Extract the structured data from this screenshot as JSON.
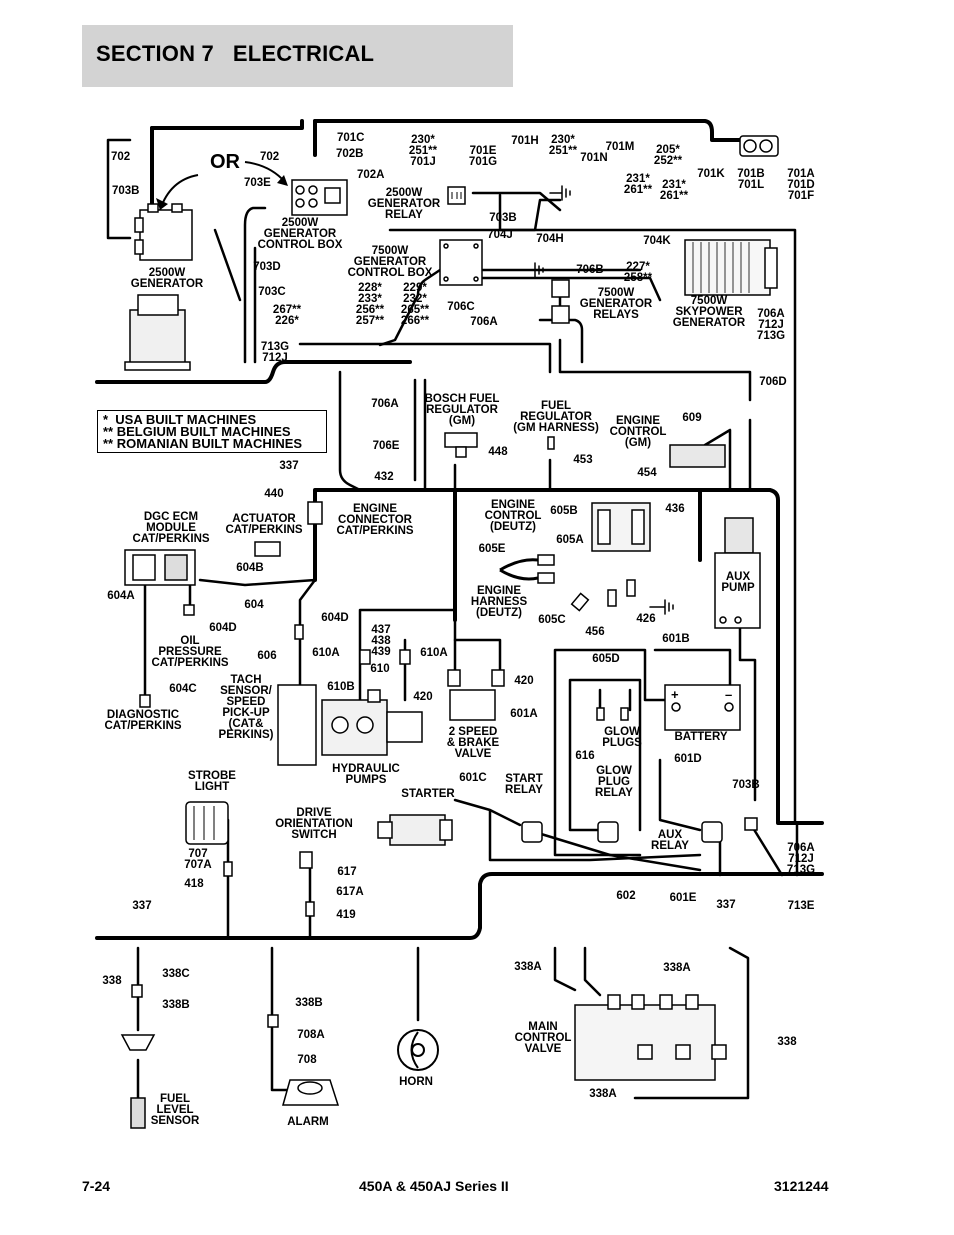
{
  "header": {
    "section_title": "SECTION 7   ELECTRICAL"
  },
  "legend": {
    "lines": [
      "*  USA BUILT MACHINES",
      "** BELGIUM BUILT MACHINES",
      "** ROMANIAN BUILT MACHINES"
    ]
  },
  "or_label": "OR",
  "components": {
    "gen2500": "2500W\nGENERATOR",
    "gen_box2500": "2500W\nGENERATOR\nCONTROL BOX",
    "gen_relay2500": "2500W\nGENERATOR\nRELAY",
    "gen_box7500": "7500W\nGENERATOR\nCONTROL BOX",
    "gen_relays7500": "7500W\nGENERATOR\nRELAYS",
    "skypower": "7500W\nSKYPOWER\nGENERATOR",
    "bosch": "BOSCH FUEL\nREGULATOR\n(GM)",
    "fuel_reg": "FUEL\nREGULATOR\n(GM HARNESS)",
    "eng_ctrl_gm": "ENGINE\nCONTROL\n(GM)",
    "dgc": "DGC ECM\nMODULE\nCAT/PERKINS",
    "actuator": "ACTUATOR\nCAT/PERKINS",
    "eng_conn": "ENGINE\nCONNECTOR\nCAT/PERKINS",
    "eng_ctrl_deutz": "ENGINE\nCONTROL\n(DEUTZ)",
    "eng_harness": "ENGINE\nHARNESS\n(DEUTZ)",
    "aux_pump": "AUX\nPUMP",
    "oil_pressure": "OIL\nPRESSURE\nCAT/PERKINS",
    "diagnostic": "DIAGNOSTIC\nCAT/PERKINS",
    "tach": "TACH\nSENSOR/\nSPEED\nPICK-UP\n(CAT&\nPERKINS)",
    "hyd_pumps": "HYDRAULIC\nPUMPS",
    "speed_valve": "2 SPEED\n& BRAKE\nVALVE",
    "glow_plugs": "GLOW\nPLUGS",
    "glow_relay": "GLOW\nPLUG\nRELAY",
    "battery": "BATTERY",
    "starter": "STARTER",
    "start_relay": "START\nRELAY",
    "aux_relay": "AUX\nRELAY",
    "strobe": "STROBE\nLIGHT",
    "drive_orient": "DRIVE\nORIENTATION\nSWITCH",
    "main_valve": "MAIN\nCONTROL\nVALVE",
    "horn": "HORN",
    "alarm": "ALARM",
    "fuel_sensor": "FUEL\nLEVEL\nSENSOR"
  },
  "wire_labels": {
    "w702a": "702",
    "w703b_a": "703B",
    "w702b": "702",
    "w703e": "703E",
    "w702a2": "702A",
    "w701c": "701C",
    "w702b2": "702B",
    "w230a": "230*\n251**\n701J",
    "w701e": "701E\n701G",
    "w701h": "701H",
    "w230b": "230*\n251**",
    "w701m": "701M",
    "w701n": "701N",
    "w205": "205*\n252**",
    "w231a": "231*\n261**",
    "w231b": "231*\n261**",
    "w701k": "701K",
    "w701b": "701B\n701L",
    "w701a": "701A\n701D\n701F",
    "w703b_b": "703B",
    "w704j": "704J",
    "w704h": "704H",
    "w704k": "704K",
    "w703d": "703D",
    "w703c": "703C",
    "w267": "267**\n226*",
    "w228": "228*\n233*\n256**\n257**",
    "w229": "229*\n232*\n265**\n266**",
    "w706b": "706B",
    "w227": "227*\n258**",
    "w706c": "706C",
    "w706a_a": "706A",
    "w706a_b": "706A\n712J\n713G",
    "w713g": "713G\n712J",
    "w706a_c": "706A",
    "w706e": "706E",
    "w432": "432",
    "w448": "448",
    "w453": "453",
    "w609": "609",
    "w454": "454",
    "w706d": "706D",
    "w337a": "337",
    "w440": "440",
    "w605b": "605B",
    "w436": "436",
    "w605a": "605A",
    "w605e": "605E",
    "w605c": "605C",
    "w456": "456",
    "w426": "426",
    "w601b": "601B",
    "w604a": "604A",
    "w604b": "604B",
    "w604": "604",
    "w604d": "604D",
    "w604d2": "604D",
    "w606": "606",
    "w604c": "604C",
    "w437": "437\n438\n439",
    "w610a": "610A",
    "w610a2": "610A",
    "w610": "610",
    "w610b": "610B",
    "w420a": "420",
    "w420b": "420",
    "w601a": "601A",
    "w605d": "605D",
    "w616": "616",
    "w601d": "601D",
    "w703b_c": "703B",
    "w601c": "601C",
    "w706a_d": "706A\n712J\n713G",
    "w707": "707\n707A",
    "w418": "418",
    "w617": "617",
    "w617a": "617A",
    "w419": "419",
    "w602": "602",
    "w601e": "601E",
    "w337b": "337",
    "w713e": "713E",
    "w337c": "337",
    "w338": "338",
    "w338c": "338C",
    "w338b": "338B",
    "w338b2": "338B",
    "w708a": "708A",
    "w708": "708",
    "w338a1": "338A",
    "w338a2": "338A",
    "w338r": "338",
    "w338a3": "338A"
  },
  "footer": {
    "page_number": "7-24",
    "model": "450A & 450AJ Series II",
    "doc_number": "3121244"
  }
}
